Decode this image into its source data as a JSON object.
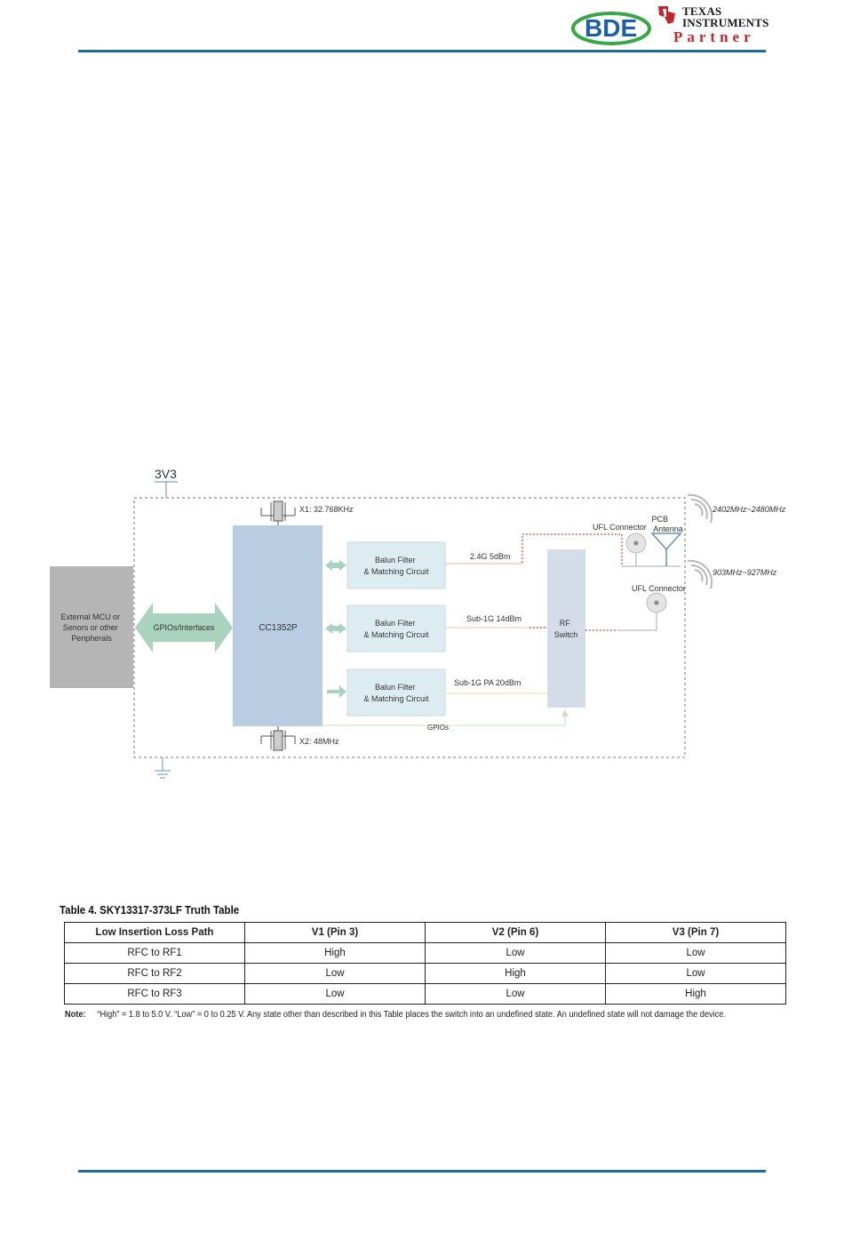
{
  "header": {
    "bde_logo_text": "BDE",
    "ti_logo_line1": "TEXAS",
    "ti_logo_line2": "INSTRUMENTS",
    "partner_text": "Partner"
  },
  "diagram": {
    "power_label": "3V3",
    "external_block": [
      "External MCU or",
      "Senors or other",
      "Peripherals"
    ],
    "gpio_label": "GPIOs/Interfaces",
    "chip_label": "CC1352P",
    "crystal1": "X1: 32.768KHz",
    "crystal2": "X2: 48MHz",
    "balun_line1": "Balun Filter",
    "balun_line2": "& Matching Circuit",
    "path1": "2.4G  5dBm",
    "path2": "Sub-1G  14dBm",
    "path3": "Sub-1G PA 20dBm",
    "gpios_ctrl": "GPIOs",
    "rf_switch": [
      "RF",
      "Switch"
    ],
    "ufl1": "UFL Connector",
    "pcb_antenna": [
      "PCB",
      "Antenna"
    ],
    "ufl2": "UFL Connector",
    "band1": "2402MHz~2480MHz",
    "band2": "903MHz~927MHz"
  },
  "table": {
    "title": "Table 4. SKY13317-373LF Truth Table",
    "headers": [
      "Low Insertion Loss Path",
      "V1 (Pin 3)",
      "V2 (Pin 6)",
      "V3 (Pin 7)"
    ],
    "rows": [
      [
        "RFC to RF1",
        "High",
        "Low",
        "Low"
      ],
      [
        "RFC to RF2",
        "Low",
        "High",
        "Low"
      ],
      [
        "RFC to RF3",
        "Low",
        "Low",
        "High"
      ]
    ],
    "note_label": "Note:",
    "note_text": "“High” = 1.8 to 5.0 V. “Low” = 0 to 0.25 V. Any state other than described in this Table places the switch into an undefined state. An undefined state will not damage the device."
  },
  "colors": {
    "accent_rule": "#1f6b94",
    "chip_fill": "#b8cde2",
    "balun_fill": "#dcecf0",
    "switch_fill": "#d4dce8",
    "external_fill": "#b5b5b5",
    "gpio_arrow": "#a9d3be",
    "rf_trace": "#c02020",
    "partner_red": "#c0282d"
  }
}
